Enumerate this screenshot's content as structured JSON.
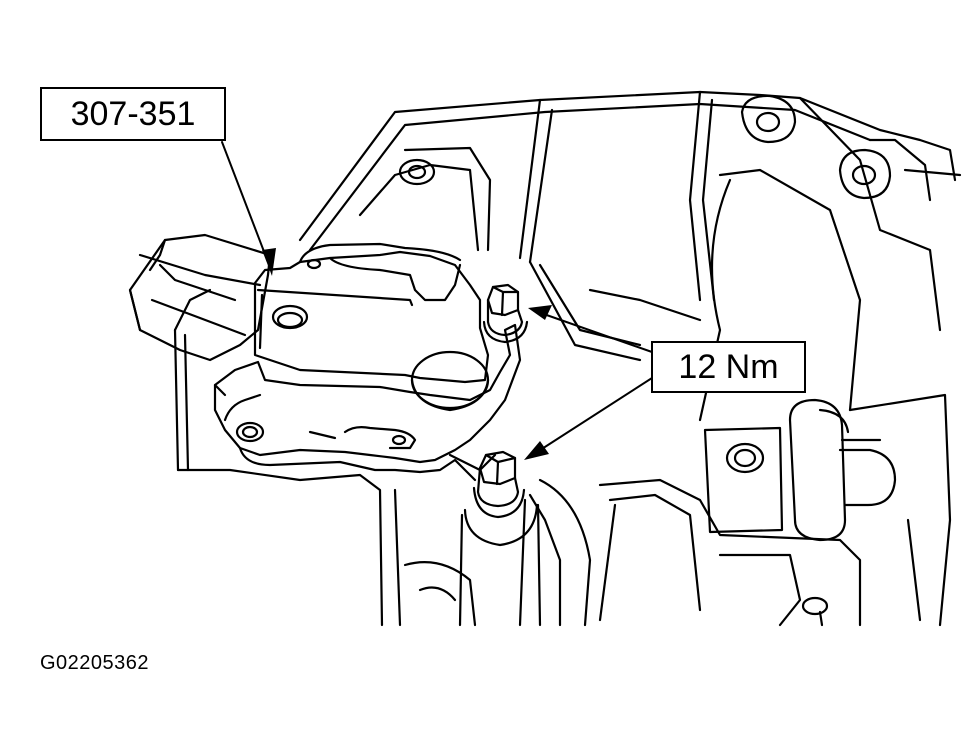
{
  "callouts": {
    "tool_number": "307-351",
    "torque_spec": "12 Nm"
  },
  "figure_id": "G02205362",
  "colors": {
    "line": "#000000",
    "background": "#ffffff"
  }
}
